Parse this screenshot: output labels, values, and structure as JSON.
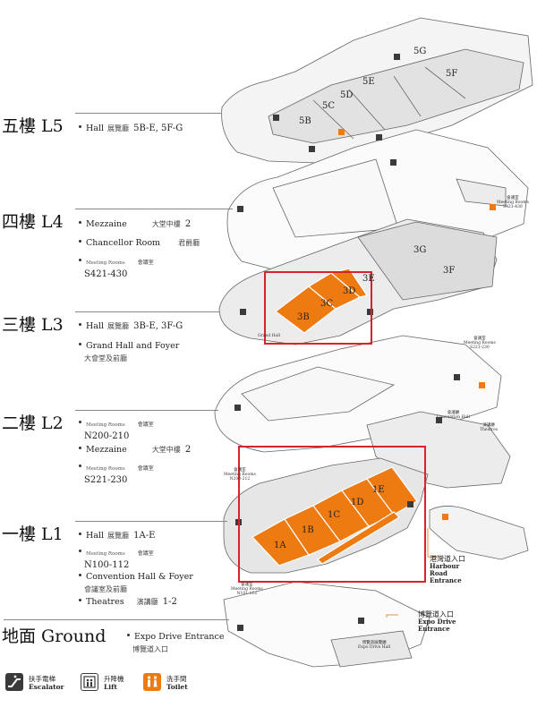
{
  "levels": [
    {
      "key": "L5",
      "name": "五樓 L5",
      "items": [
        {
          "en": "Hall",
          "zh": "展覽廳",
          "code": "5B-E, 5F-G"
        }
      ]
    },
    {
      "key": "L4",
      "name": "四樓 L4",
      "items": [
        {
          "en": "Mezzaine",
          "zh": "大堂中樓",
          "code": "2"
        },
        {
          "en": "Chancellor Room",
          "zh": "君爵廳",
          "code": ""
        },
        {
          "small": "Meeting Rooms",
          "zh": "會議室",
          "code": "S421-430"
        }
      ]
    },
    {
      "key": "L3",
      "name": "三樓 L3",
      "items": [
        {
          "en": "Hall",
          "zh": "展覽廳",
          "code": "3B-E, 3F-G"
        },
        {
          "en": "Grand Hall and Foyer",
          "zh2": "大會堂及前廳"
        }
      ]
    },
    {
      "key": "L2",
      "name": "二樓 L2",
      "items": [
        {
          "small": "Meeting Rooms",
          "zh": "會議室",
          "code": "N200-210"
        },
        {
          "en": "Mezzaine",
          "zh": "大堂中樓",
          "code": "2"
        },
        {
          "small": "Meeting Rooms",
          "zh": "會議室",
          "code": "S221-230"
        }
      ]
    },
    {
      "key": "L1",
      "name": "一樓 L1",
      "items": [
        {
          "en": "Hall",
          "zh": "展覽廳",
          "code": "1A-E"
        },
        {
          "small": "Meeting Rooms",
          "zh": "會議室",
          "code": "N100-112"
        },
        {
          "en": "Convention Hall & Foyer",
          "zh2": "會議室及前廳"
        },
        {
          "en": "Theatres",
          "zh": "演講廳",
          "code": "1-2"
        }
      ]
    },
    {
      "key": "G",
      "name": "地面 Ground",
      "items": [
        {
          "en": "Expo Drive Entrance",
          "zh2": "博覽道入口"
        }
      ]
    }
  ],
  "map_labels": {
    "l5_halls": [
      "5B",
      "5C",
      "5D",
      "5E",
      "5G",
      "5F"
    ],
    "l3_halls": [
      "3B",
      "3C",
      "3D",
      "3E",
      "3G",
      "3F"
    ],
    "l1_halls": [
      "1A",
      "1B",
      "1C",
      "1D",
      "1E"
    ],
    "grand_hall": "Grand Hall",
    "meeting_s421": {
      "zh": "會議室",
      "en": "Meeting Rooms",
      "code": "S421-430"
    },
    "meeting_s221": {
      "zh": "會議室",
      "en": "Meeting Rooms",
      "code": "S221-230"
    },
    "meeting_n200": {
      "zh": "會議室",
      "en": "Meeting Rooms",
      "code": "N200-212"
    },
    "meeting_n100": {
      "zh": "會議室",
      "en": "Meeting Rooms",
      "code": "N101-112"
    },
    "convention_hall": {
      "zh": "會議廳",
      "en": "Convention Hall"
    },
    "theatres": {
      "zh": "演講廳",
      "en": "Theatres"
    },
    "expo_drive_hall": {
      "zh": "博覽道展覽廳",
      "en": "Expo Drive Hall"
    },
    "harbour_entrance": {
      "zh": "港灣道入口",
      "en1": "Harbour",
      "en2": "Road",
      "en3": "Entrance"
    },
    "expo_entrance": {
      "zh": "博覽道入口",
      "en1": "Expo Drive",
      "en2": "Entrance"
    }
  },
  "legend": [
    {
      "icon": "escalator-icon",
      "zh": "扶手電梯",
      "en": "Escalator"
    },
    {
      "icon": "lift-icon",
      "zh": "升降機",
      "en": "Lift"
    },
    {
      "icon": "toilet-icon",
      "zh": "洗手間",
      "en": "Toilet"
    }
  ],
  "colors": {
    "hall_highlight": "#ee7a12",
    "selection_border": "#d8232a",
    "outline": "#555555",
    "floor_fill": "#e6e6e6",
    "icon_dark": "#3a3a3a"
  }
}
